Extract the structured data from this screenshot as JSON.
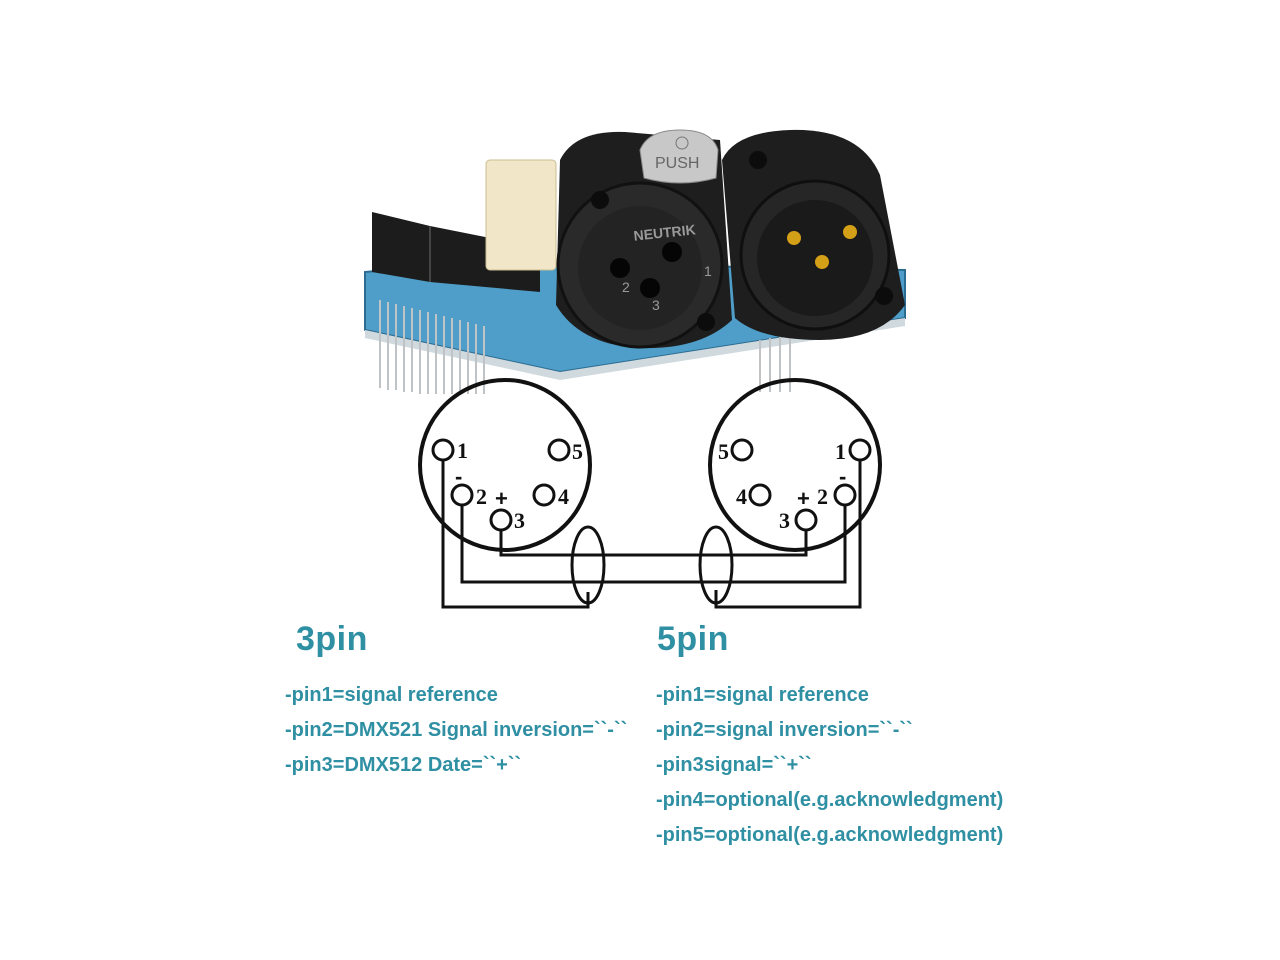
{
  "photo": {
    "female_brand": "NEUTRIK",
    "latch_label": "PUSH",
    "socket_numbers": [
      "1",
      "2",
      "3"
    ]
  },
  "diagram": {
    "left_connector": {
      "pins": [
        "1",
        "2",
        "3",
        "4",
        "5"
      ],
      "signs": {
        "pin2": "-",
        "pin3": "+"
      }
    },
    "right_connector": {
      "pins": [
        "1",
        "2",
        "3",
        "4",
        "5"
      ],
      "signs": {
        "pin2": "-",
        "pin3": "+"
      }
    }
  },
  "sections": {
    "three_pin": {
      "title": "3pin",
      "lines": [
        "-pin1=signal reference",
        "-pin2=DMX521 Signal inversion=``-``",
        "-pin3=DMX512 Date=``+``"
      ]
    },
    "five_pin": {
      "title": "5pin",
      "lines": [
        "-pin1=signal reference",
        "-pin2=signal inversion=``-``",
        "-pin3signal=``+``",
        "-pin4=optional(e.g.acknowledgment)",
        "-pin5=optional(e.g.acknowledgment)"
      ]
    }
  },
  "colors": {
    "text_accent": "#2f8fa3",
    "line": "#111111",
    "pcb": "#4f9ec9",
    "connector_body": "#1e1e1e",
    "gold_pin": "#d4a017"
  }
}
